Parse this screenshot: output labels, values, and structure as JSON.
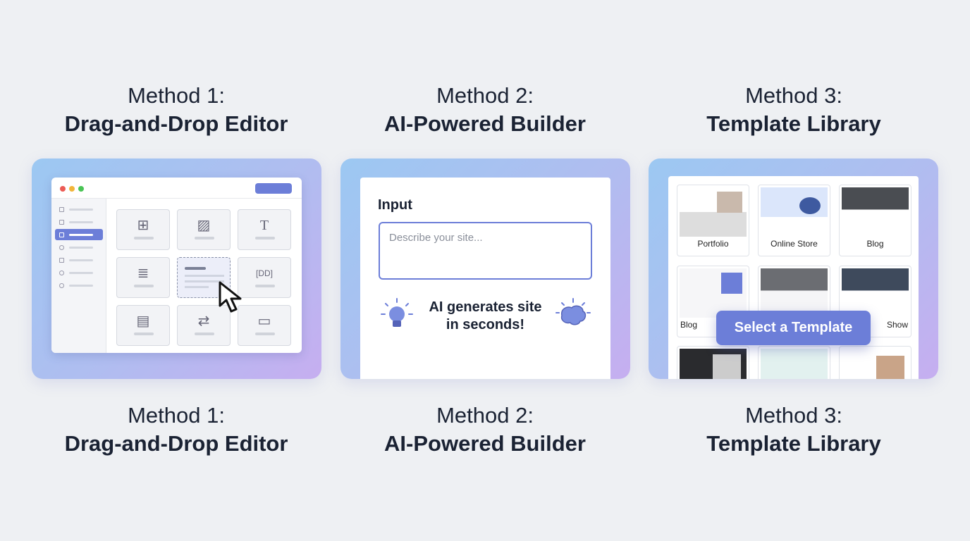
{
  "methods": [
    {
      "label": "Method 1:",
      "name": "Drag-and-Drop Editor"
    },
    {
      "label": "Method 2:",
      "name": "AI-Powered Builder"
    },
    {
      "label": "Method 3:",
      "name": "Template Library"
    }
  ],
  "ai_builder": {
    "input_label": "Input",
    "input_placeholder": "Describe your site...",
    "message_line1": "AI generates site",
    "message_line2": "in seconds!"
  },
  "templates": {
    "items": [
      "Portfolio",
      "Online Store",
      "Blog",
      "Blog",
      "",
      "Show",
      "",
      "",
      ""
    ],
    "button": "Select a Template"
  },
  "colors": {
    "accent": "#6c7ed8",
    "background": "#eef0f3"
  }
}
